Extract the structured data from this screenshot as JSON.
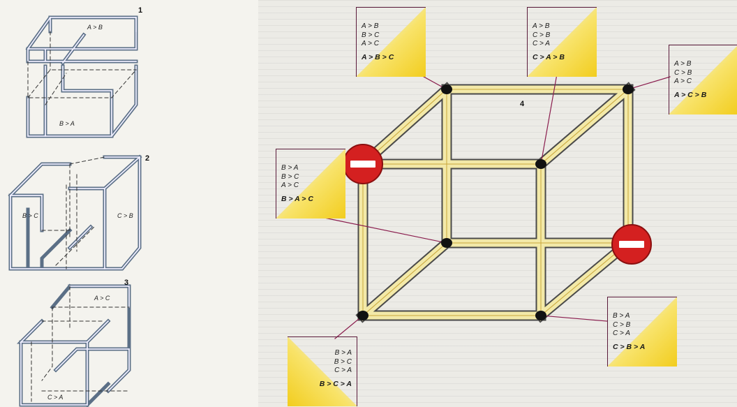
{
  "small_figures": [
    {
      "number": "1",
      "labels": [
        "A > B",
        "B > A"
      ]
    },
    {
      "number": "2",
      "labels": [
        "B > C",
        "C > B"
      ]
    },
    {
      "number": "3",
      "labels": [
        "A > C",
        "C > A"
      ]
    }
  ],
  "main_figure": {
    "number": "4"
  },
  "cards": [
    {
      "lines": [
        "A > B",
        "B > C",
        "A > C"
      ],
      "result": "A > B > C"
    },
    {
      "lines": [
        "A > B",
        "C > B",
        "C > A"
      ],
      "result": "C > A > B"
    },
    {
      "lines": [
        "A > B",
        "C > B",
        "A > C"
      ],
      "result": "A > C > B"
    },
    {
      "lines": [
        "B > A",
        "B > C",
        "A > C"
      ],
      "result": "B > A > C"
    },
    {
      "lines": [
        "B > A",
        "C > B",
        "C > A"
      ],
      "result": "C > B > A"
    },
    {
      "lines": [
        "B > A",
        "B > C",
        "C > A"
      ],
      "result": "B > C > A"
    }
  ],
  "colors": {
    "rod_fill": "#f3e9a8",
    "rod_edge": "#4a4a4a",
    "stop_red": "#d42020",
    "card_yellow": "#f2cd1e",
    "leader_line": "#8a1d4e"
  },
  "icons": [
    "no-entry-icon"
  ]
}
